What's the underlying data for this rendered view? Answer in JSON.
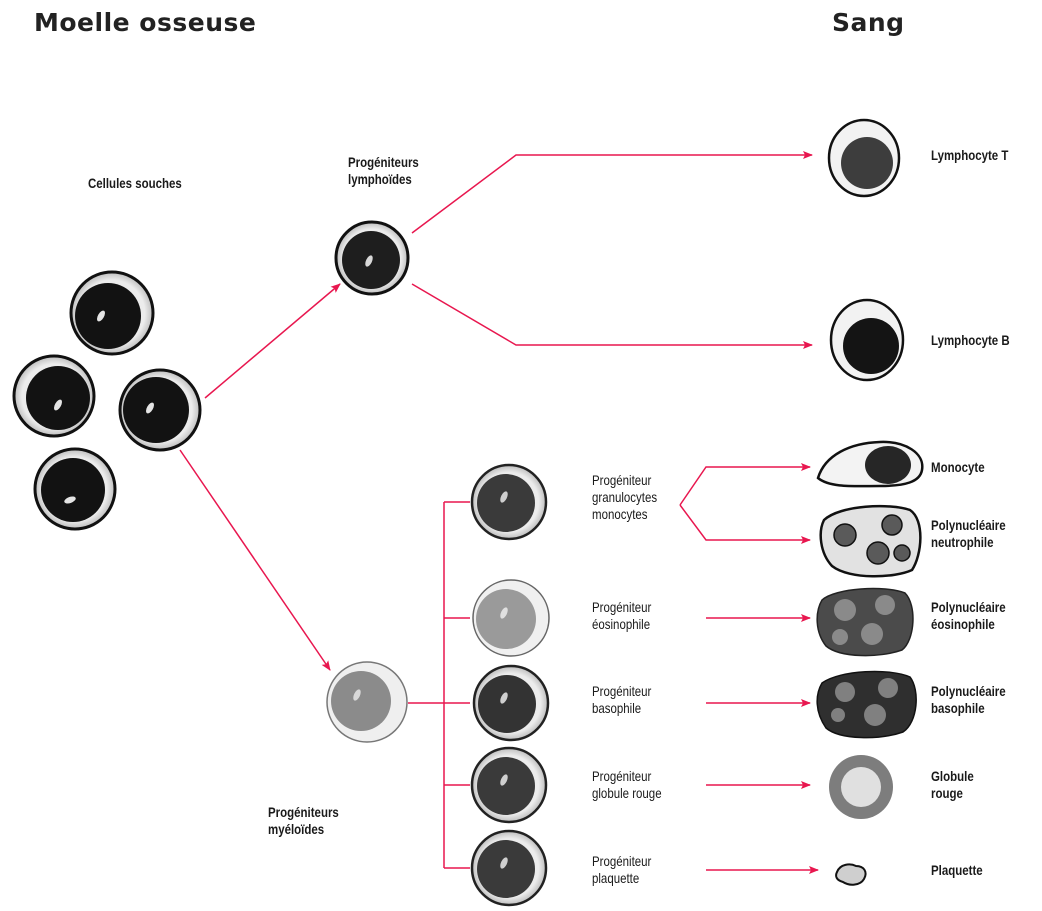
{
  "headers": {
    "marrow": "Moelle osseuse",
    "blood": "Sang"
  },
  "labels": {
    "stem_cells": "Cellules souches",
    "lymphoid_progenitors": [
      "Progéniteurs",
      "lymphoïdes"
    ],
    "myeloid_progenitors": [
      "Progéniteurs",
      "myéloïdes"
    ],
    "progenitor_gran_mono": [
      "Progéniteur",
      "granulocytes",
      "monocytes"
    ],
    "progenitor_eosinophil": [
      "Progéniteur",
      "éosinophile"
    ],
    "progenitor_basophil": [
      "Progéniteur",
      "basophile"
    ],
    "progenitor_rbc": [
      "Progéniteur",
      "globule rouge"
    ],
    "progenitor_platelet": [
      "Progéniteur",
      "plaquette"
    ],
    "lymphocyte_t": "Lymphocyte T",
    "lymphocyte_b": "Lymphocyte B",
    "monocyte": "Monocyte",
    "neutrophil": [
      "Polynucléaire",
      "neutrophile"
    ],
    "eosinophil": [
      "Polynucléaire",
      "éosinophile"
    ],
    "basophil": [
      "Polynucléaire",
      "basophile"
    ],
    "rbc": [
      "Globule",
      "rouge"
    ],
    "platelet": "Plaquette"
  },
  "colors": {
    "arrow": "#e8174f",
    "cell_dark": "#1c1c1c",
    "rbc_ring": "#7d7d7d"
  }
}
